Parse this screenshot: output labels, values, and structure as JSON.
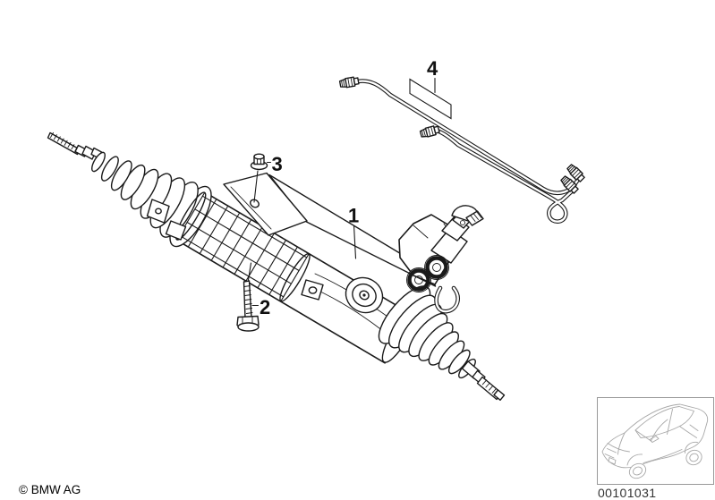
{
  "diagram": {
    "callouts": {
      "c1": "1",
      "c2": "2",
      "c3": "3",
      "c4": "4"
    }
  },
  "footer": {
    "copyright": "© BMW AG",
    "diagram_number": "00101031"
  },
  "icons": {
    "main_drawing": "power-steering-rack-with-bellows-valve-body-bolt-nut-and-hydraulic-pipes-illustration",
    "thumbnail": "car-silhouette-icon"
  },
  "colors": {
    "line": "#1a1a1a",
    "thumbnail_line": "#a8a8a8",
    "number_text": "#333333",
    "background": "#ffffff"
  }
}
